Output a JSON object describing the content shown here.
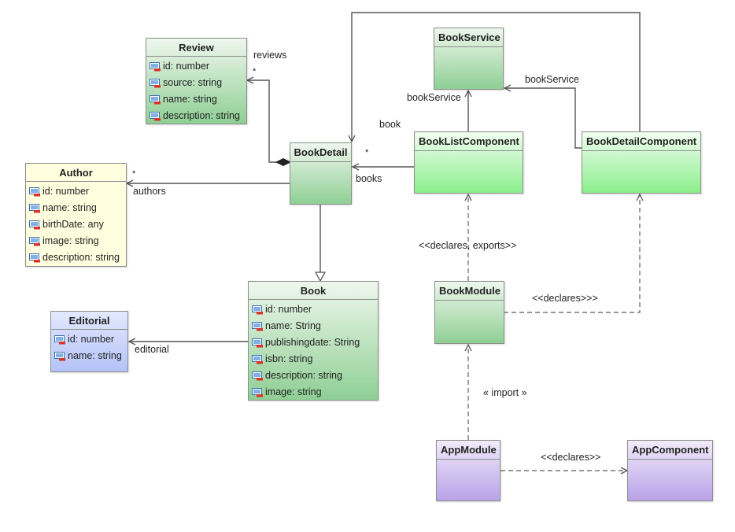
{
  "classes": {
    "review": {
      "name": "Review",
      "attrs": [
        "id: number",
        "source: string",
        "name: string",
        "description: string"
      ]
    },
    "author": {
      "name": "Author",
      "attrs": [
        "id: number",
        "name: string",
        "birthDate: any",
        "image: string",
        "description: string"
      ]
    },
    "editorial": {
      "name": "Editorial",
      "attrs": [
        "id: number",
        "name: string"
      ]
    },
    "book": {
      "name": "Book",
      "attrs": [
        "id: number",
        "name: String",
        "publishingdate: String",
        "isbn: string",
        "description: string",
        "image: string"
      ]
    },
    "book_detail": {
      "name": "BookDetail"
    },
    "book_service": {
      "name": "BookService"
    },
    "book_list_component": {
      "name": "BookListComponent"
    },
    "book_detail_component": {
      "name": "BookDetailComponent"
    },
    "book_module": {
      "name": "BookModule"
    },
    "app_module": {
      "name": "AppModule"
    },
    "app_component": {
      "name": "AppComponent"
    }
  },
  "labels": {
    "reviews": "reviews",
    "reviews_mult": "*",
    "authors": "authors",
    "authors_mult": "*",
    "books": "books",
    "books_mult": "*",
    "book": "book",
    "editorial": "editorial",
    "book_service_1": "bookService",
    "book_service_2": "bookService",
    "declares_exports": "<<declares, exports>>",
    "declares_1": "<<declares>>>",
    "import": "« import »",
    "declares_2": "<<declares>>"
  },
  "colors": {
    "green": "#8fcf95",
    "bright_green": "#8cef8c",
    "yellow": "#ffffe0",
    "blue": "#b4c2f7",
    "purple": "#b9a2e8",
    "line": "#555555"
  },
  "icons": {
    "attribute": "attribute-icon"
  }
}
